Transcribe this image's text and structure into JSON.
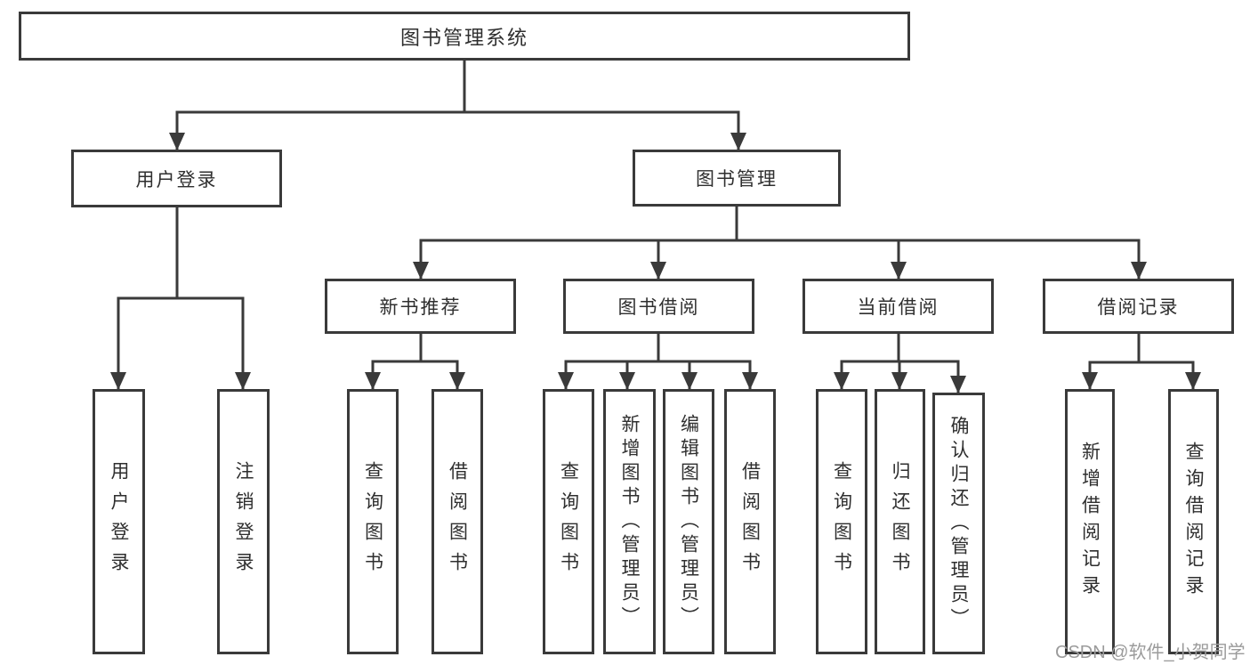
{
  "tree": {
    "label": "图书管理系统",
    "children": [
      {
        "label": "用户登录",
        "children": [
          {
            "label": "用户登录"
          },
          {
            "label": "注销登录"
          }
        ]
      },
      {
        "label": "图书管理",
        "children": [
          {
            "label": "新书推荐",
            "children": [
              {
                "label": "查询图书"
              },
              {
                "label": "借阅图书"
              }
            ]
          },
          {
            "label": "图书借阅",
            "children": [
              {
                "label": "查询图书"
              },
              {
                "label": "新增图书（管理员）"
              },
              {
                "label": "编辑图书（管理员）"
              },
              {
                "label": "借阅图书"
              }
            ]
          },
          {
            "label": "当前借阅",
            "children": [
              {
                "label": "查询图书"
              },
              {
                "label": "归还图书"
              },
              {
                "label": "确认归还（管理员）"
              }
            ]
          },
          {
            "label": "借阅记录",
            "children": [
              {
                "label": "新增借阅记录"
              },
              {
                "label": "查询借阅记录"
              }
            ]
          }
        ]
      }
    ]
  },
  "watermark": "CSDN @软件_小贺同学",
  "colors": {
    "line": "#3a3a3a",
    "box_border": "#3a3a3a",
    "text": "#2f2f2f",
    "watermark": "#9b9b9b",
    "background": "#ffffff"
  }
}
